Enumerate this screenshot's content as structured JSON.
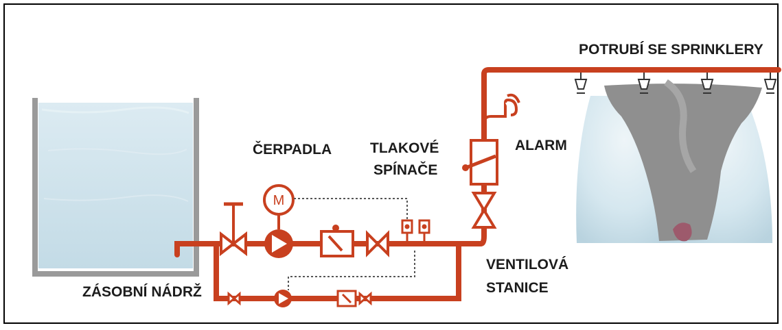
{
  "labels": {
    "tank": "ZÁSOBNÍ NÁDRŽ",
    "pumps": "ČERPADLA",
    "pressure_switches_line1": "TLAKOVÉ",
    "pressure_switches_line2": "SPÍNAČE",
    "alarm": "ALARM",
    "valve_station_line1": "VENTILOVÁ",
    "valve_station_line2": "STANICE",
    "sprinkler_pipe": "POTRUBÍ SE SPRINKLERY",
    "motor_symbol": "M"
  },
  "colors": {
    "pipe": "#c8401f",
    "water": "#cfe3ec",
    "tank_wall": "#9a9a9a",
    "smoke": "#8f8f8f",
    "text": "#1c1c1c",
    "frame": "#000000"
  },
  "icons": [
    "motor-icon",
    "pump-icon",
    "check-valve-icon",
    "gate-valve-icon",
    "pressure-switch-icon",
    "alarm-bell-icon",
    "sprinkler-head-icon"
  ]
}
